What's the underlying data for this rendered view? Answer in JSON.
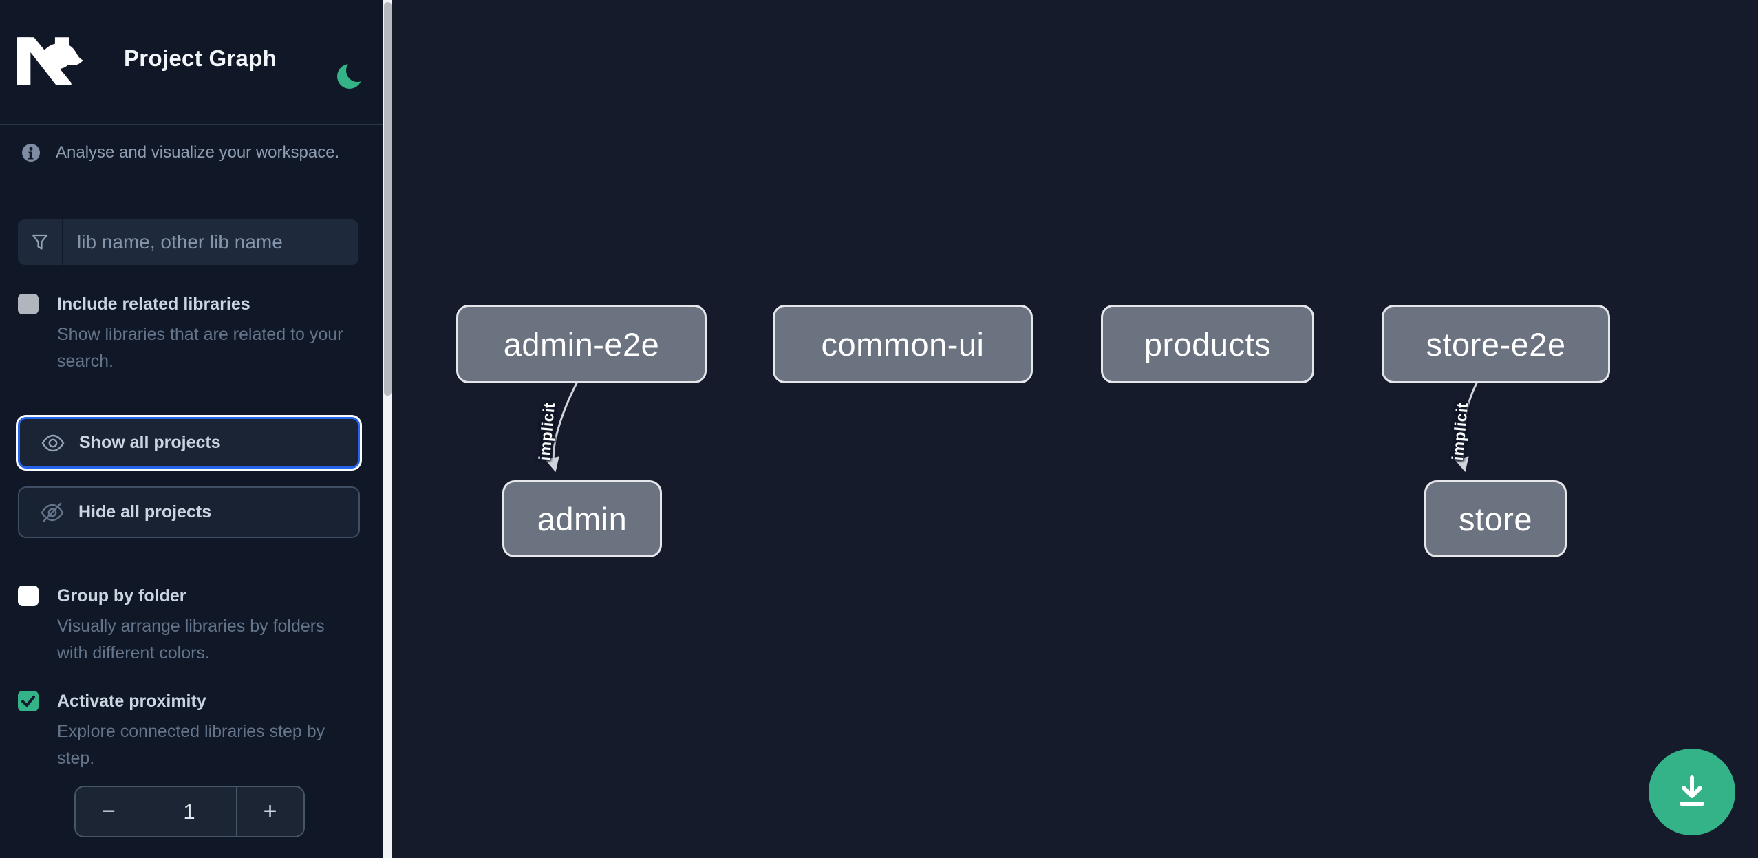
{
  "colors": {
    "accent_green": "#35B388",
    "focus_blue": "#2563EB",
    "node_fill": "#6B7280",
    "node_border": "#E5E7EB",
    "edge": "#D1D5DB",
    "sidebar_bg": "#101827",
    "canvas_bg": "#151B2B"
  },
  "header": {
    "title": "Project Graph",
    "logo_icon": "nx-logo",
    "theme_icon": "moon-icon"
  },
  "sidebar": {
    "tagline": "Analyse and visualize your workspace.",
    "search": {
      "icon": "funnel-icon",
      "placeholder": "lib name, other lib name",
      "value": ""
    },
    "toggles": [
      {
        "label": "Include related libraries",
        "description": "Show libraries that are related to your search.",
        "checked": false
      },
      {
        "label": "Group by folder",
        "description": "Visually arrange libraries by folders with different colors.",
        "checked": false
      },
      {
        "label": "Activate proximity",
        "description": "Explore connected libraries step by step.",
        "checked": true
      }
    ],
    "buttons": [
      {
        "label": "Show all projects",
        "icon": "eye-icon",
        "focused": true
      },
      {
        "label": "Hide all projects",
        "icon": "eye-off-icon",
        "focused": false
      }
    ],
    "stepper": {
      "decrement_label": "−",
      "value": "1",
      "increment_label": "+"
    }
  },
  "graph": {
    "nodes": [
      {
        "label": "admin-e2e"
      },
      {
        "label": "common-ui"
      },
      {
        "label": "products"
      },
      {
        "label": "store-e2e"
      },
      {
        "label": "admin"
      },
      {
        "label": "store"
      }
    ],
    "edges": [
      {
        "from": "admin-e2e",
        "to": "admin",
        "label": "implicit"
      },
      {
        "from": "store-e2e",
        "to": "store",
        "label": "implicit"
      }
    ]
  },
  "fab": {
    "icon": "download-icon"
  }
}
